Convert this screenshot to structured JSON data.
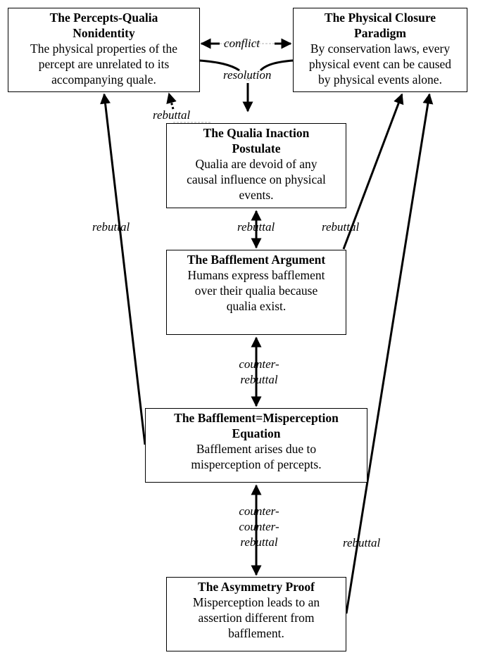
{
  "diagram": {
    "nodes": [
      {
        "id": "percepts-qualia",
        "title": "The Percepts-Qualia Nonidentity",
        "title_lines": [
          "The Percepts-Qualia",
          "Nonidentity"
        ],
        "body_lines": [
          "The physical properties of the",
          "percept are unrelated to its",
          "accompanying quale."
        ]
      },
      {
        "id": "physical-closure",
        "title": "The Physical Closure Paradigm",
        "title_lines": [
          "The Physical Closure",
          "Paradigm"
        ],
        "body_lines": [
          "By conservation laws, every",
          "physical event can be caused",
          "by physical events alone."
        ]
      },
      {
        "id": "qualia-inaction",
        "title": "The Qualia Inaction Postulate",
        "title_lines": [
          "The Qualia Inaction",
          "Postulate"
        ],
        "body_lines": [
          "Qualia are devoid of any",
          "causal influence on physical",
          "events."
        ]
      },
      {
        "id": "bafflement-argument",
        "title": "The Bafflement Argument",
        "title_lines": [
          "The Bafflement Argument"
        ],
        "body_lines": [
          "Humans express bafflement",
          "over their qualia because",
          "qualia exist."
        ]
      },
      {
        "id": "bafflement-misperception",
        "title": "The Bafflement=Misperception Equation",
        "title_lines": [
          "The Bafflement=Misperception",
          "Equation"
        ],
        "body_lines": [
          "Bafflement arises due to",
          "misperception of percepts."
        ]
      },
      {
        "id": "asymmetry-proof",
        "title": "The Asymmetry Proof",
        "title_lines": [
          "The Asymmetry Proof"
        ],
        "body_lines": [
          "Misperception leads to an",
          "assertion different from",
          "bafflement."
        ]
      }
    ],
    "edges": [
      {
        "id": "conflict",
        "label_lines": [
          "conflict"
        ],
        "from": "percepts-qualia",
        "to": "physical-closure",
        "style": "bidirectional"
      },
      {
        "id": "resolution",
        "label_lines": [
          "resolution"
        ],
        "from": [
          "percepts-qualia",
          "physical-closure"
        ],
        "to": "qualia-inaction",
        "style": "merge"
      },
      {
        "id": "rebuttal-qi-pq",
        "label_lines": [
          "rebuttal"
        ],
        "from": "qualia-inaction",
        "to": "percepts-qualia",
        "style": "dotted"
      },
      {
        "id": "rebuttal-bm-pq",
        "label_lines": [
          "rebuttal"
        ],
        "from": "bafflement-misperception",
        "to": "percepts-qualia",
        "style": "solid"
      },
      {
        "id": "rebuttal-ba-qi",
        "label_lines": [
          "rebuttal"
        ],
        "from": "bafflement-argument",
        "to": "qualia-inaction",
        "style": "bidirectional"
      },
      {
        "id": "rebuttal-ba-pc",
        "label_lines": [
          "rebuttal"
        ],
        "from": "bafflement-argument",
        "to": "physical-closure",
        "style": "solid"
      },
      {
        "id": "counter-rebuttal",
        "label_lines": [
          "counter-",
          "rebuttal"
        ],
        "from": "bafflement-misperception",
        "to": "bafflement-argument",
        "style": "bidirectional"
      },
      {
        "id": "counter-counter-rebuttal",
        "label_lines": [
          "counter-",
          "counter-",
          "rebuttal"
        ],
        "from": "asymmetry-proof",
        "to": "bafflement-misperception",
        "style": "bidirectional"
      },
      {
        "id": "rebuttal-ap-pc",
        "label_lines": [
          "rebuttal"
        ],
        "from": "asymmetry-proof",
        "to": "physical-closure",
        "style": "solid"
      }
    ]
  }
}
